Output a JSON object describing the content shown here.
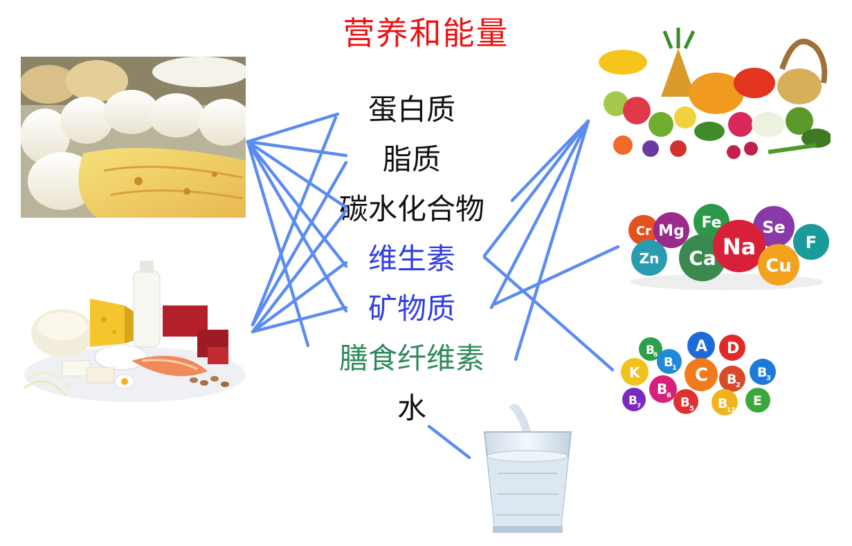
{
  "title": "营养和能量",
  "colors": {
    "title": "#ee1111",
    "line": "#5b8cf0",
    "black": "#111111",
    "blue": "#2f3fe0",
    "green": "#2f8a5a"
  },
  "nutrients": [
    {
      "label": "蛋白质",
      "color": "black"
    },
    {
      "label": "脂质",
      "color": "black"
    },
    {
      "label": "碳水化合物",
      "color": "black"
    },
    {
      "label": "维生素",
      "color": "blue"
    },
    {
      "label": "矿物质",
      "color": "blue"
    },
    {
      "label": "膳食纤维素",
      "color": "green"
    },
    {
      "label": "水",
      "color": "black"
    }
  ],
  "images": {
    "staple_foods": "staple-foods-photo",
    "protein_foods": "dairy-meat-photo",
    "fruits_vegetables": "fruits-vegetables-photo",
    "minerals": "mineral-element-balls",
    "vitamins": "vitamin-balls",
    "water": "water-glass-photo"
  },
  "mineral_labels": [
    "Cr",
    "Mg",
    "Fe",
    "Se",
    "Zn",
    "Ca",
    "Na",
    "Cu",
    "F"
  ],
  "vitamin_labels": [
    {
      "main": "B",
      "sub": "6"
    },
    {
      "main": "A",
      "sub": ""
    },
    {
      "main": "D",
      "sub": ""
    },
    {
      "main": "K",
      "sub": ""
    },
    {
      "main": "B",
      "sub": "1"
    },
    {
      "main": "C",
      "sub": ""
    },
    {
      "main": "B",
      "sub": "2"
    },
    {
      "main": "B",
      "sub": "3"
    },
    {
      "main": "B",
      "sub": "6"
    },
    {
      "main": "B",
      "sub": "7"
    },
    {
      "main": "B",
      "sub": "5"
    },
    {
      "main": "B",
      "sub": "12"
    },
    {
      "main": "E",
      "sub": ""
    }
  ]
}
